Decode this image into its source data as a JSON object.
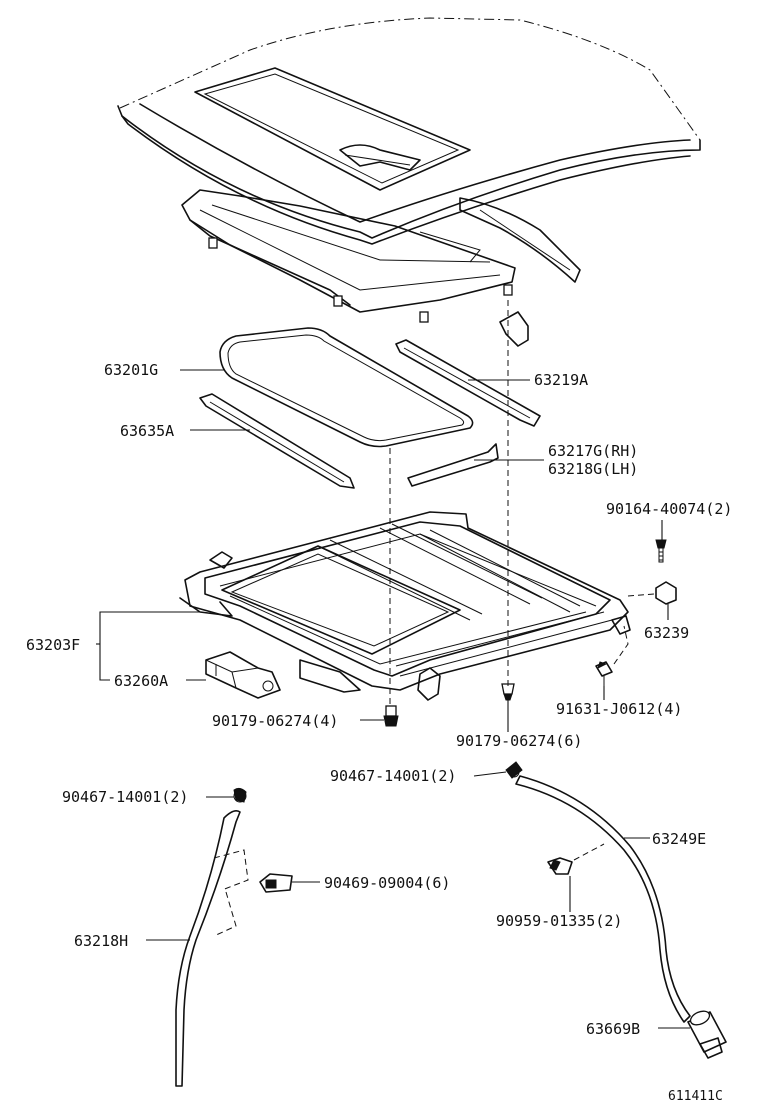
{
  "labels": {
    "p63201G": "63201G",
    "p63219A": "63219A",
    "p63635A": "63635A",
    "p63217G": "63217G(RH)",
    "p63218G": "63218G(LH)",
    "p90164": "90164-40074(2)",
    "p63239": "63239",
    "p63203F": "63203F",
    "p63260A": "63260A",
    "p91631": "91631-J0612(4)",
    "p90179a": "90179-06274(4)",
    "p90179b": "90179-06274(6)",
    "p90467a": "90467-14001(2)",
    "p90467b": "90467-14001(2)",
    "p63249E": "63249E",
    "p90469": "90469-09004(6)",
    "p90959": "90959-01335(2)",
    "p63218H": "63218H",
    "p63669B": "63669B"
  },
  "figure_id": "611411C"
}
